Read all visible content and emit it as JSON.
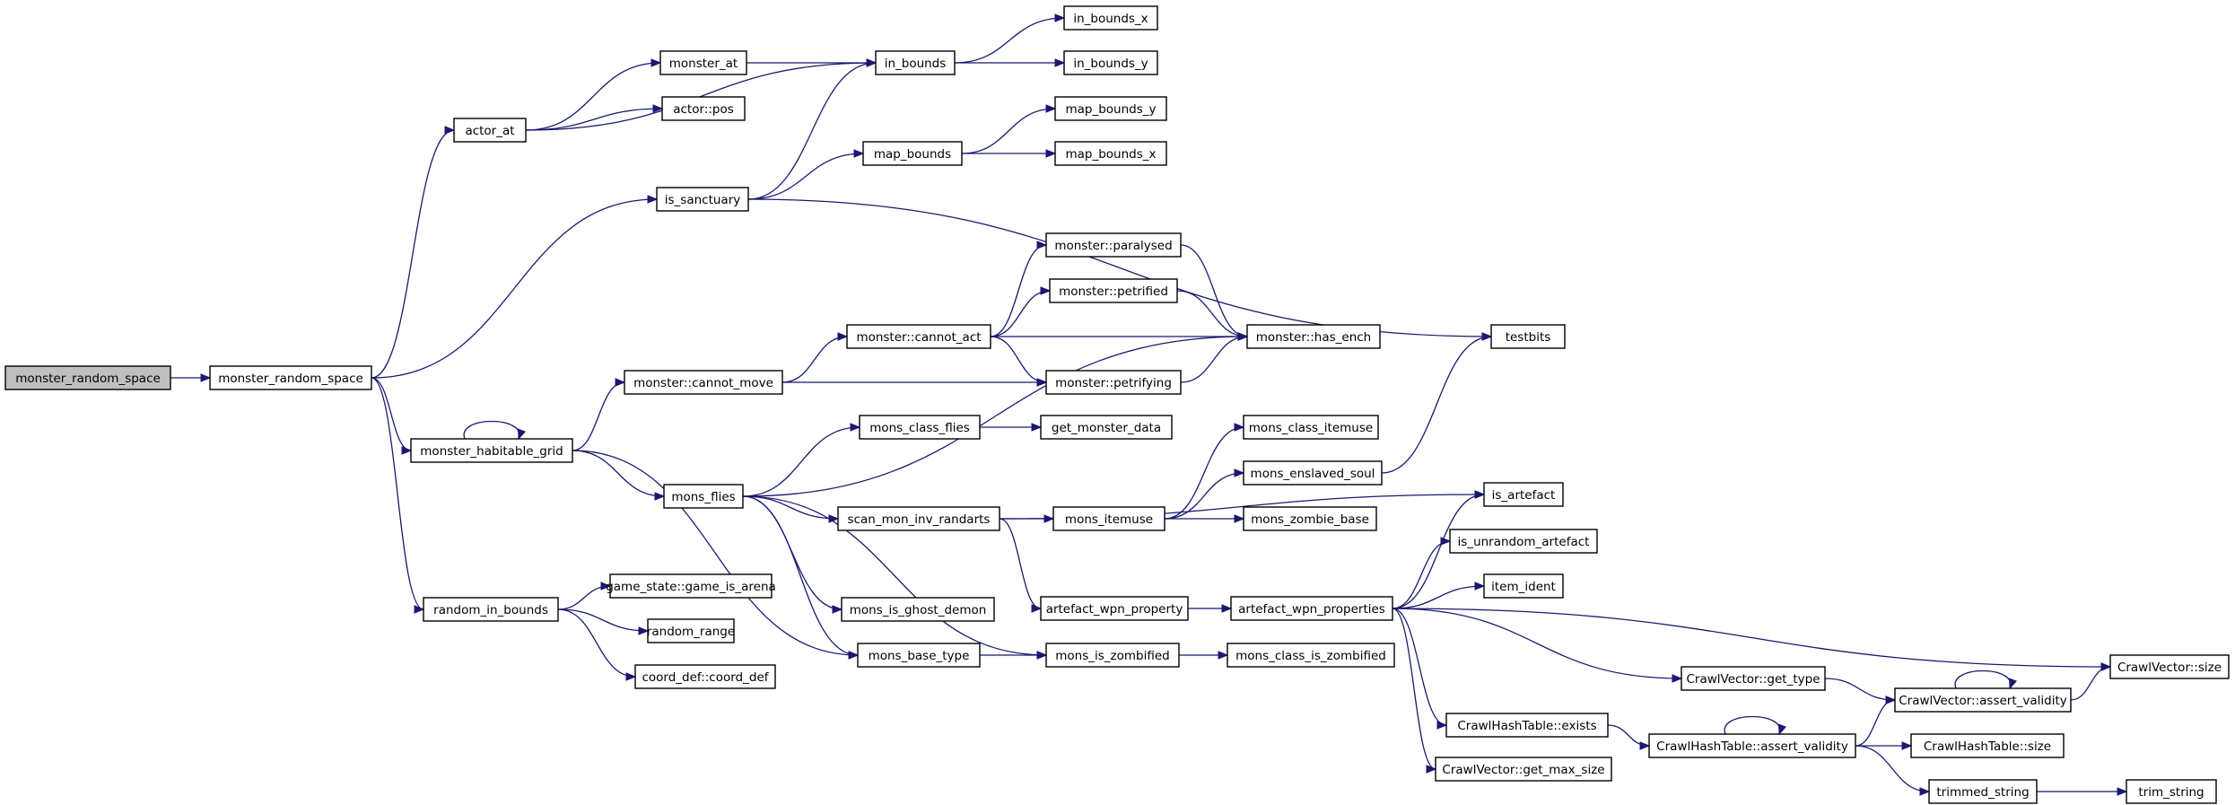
{
  "nodes": [
    {
      "id": "root",
      "label": "monster_random_space",
      "root": true
    },
    {
      "id": "mrs",
      "label": "monster_random_space"
    },
    {
      "id": "actor_at",
      "label": "actor_at"
    },
    {
      "id": "is_sanctuary",
      "label": "is_sanctuary"
    },
    {
      "id": "mhg",
      "label": "monster_habitable_grid"
    },
    {
      "id": "rib",
      "label": "random_in_bounds"
    },
    {
      "id": "monster_at",
      "label": "monster_at"
    },
    {
      "id": "actor_pos",
      "label": "actor::pos"
    },
    {
      "id": "in_bounds",
      "label": "in_bounds"
    },
    {
      "id": "in_bounds_x",
      "label": "in_bounds_x"
    },
    {
      "id": "in_bounds_y",
      "label": "in_bounds_y"
    },
    {
      "id": "map_bounds",
      "label": "map_bounds"
    },
    {
      "id": "map_bounds_y",
      "label": "map_bounds_y"
    },
    {
      "id": "map_bounds_x",
      "label": "map_bounds_x"
    },
    {
      "id": "testbits",
      "label": "testbits"
    },
    {
      "id": "cannot_move",
      "label": "monster::cannot_move"
    },
    {
      "id": "cannot_act",
      "label": "monster::cannot_act"
    },
    {
      "id": "paralysed",
      "label": "monster::paralysed"
    },
    {
      "id": "petrified",
      "label": "monster::petrified"
    },
    {
      "id": "petrifying",
      "label": "monster::petrifying"
    },
    {
      "id": "has_ench",
      "label": "monster::has_ench"
    },
    {
      "id": "mons_flies",
      "label": "mons_flies"
    },
    {
      "id": "mons_class_flies",
      "label": "mons_class_flies"
    },
    {
      "id": "get_monster_data",
      "label": "get_monster_data"
    },
    {
      "id": "scan_mon",
      "label": "scan_mon_inv_randarts"
    },
    {
      "id": "mons_itemuse",
      "label": "mons_itemuse"
    },
    {
      "id": "mons_class_itemuse",
      "label": "mons_class_itemuse"
    },
    {
      "id": "mons_enslaved_soul",
      "label": "mons_enslaved_soul"
    },
    {
      "id": "mons_zombie_base",
      "label": "mons_zombie_base"
    },
    {
      "id": "is_artefact",
      "label": "is_artefact"
    },
    {
      "id": "is_unrandom",
      "label": "is_unrandom_artefact"
    },
    {
      "id": "item_ident",
      "label": "item_ident"
    },
    {
      "id": "awp",
      "label": "artefact_wpn_property"
    },
    {
      "id": "awps",
      "label": "artefact_wpn_properties"
    },
    {
      "id": "ghost_demon",
      "label": "mons_is_ghost_demon"
    },
    {
      "id": "base_type",
      "label": "mons_base_type"
    },
    {
      "id": "is_zombified",
      "label": "mons_is_zombified"
    },
    {
      "id": "class_zombified",
      "label": "mons_class_is_zombified"
    },
    {
      "id": "game_is_arena",
      "label": "game_state::game_is_arena"
    },
    {
      "id": "random_range",
      "label": "random_range"
    },
    {
      "id": "coord_def",
      "label": "coord_def::coord_def"
    },
    {
      "id": "cv_get_type",
      "label": "CrawlVector::get_type"
    },
    {
      "id": "cv_assert",
      "label": "CrawlVector::assert_validity"
    },
    {
      "id": "cv_size",
      "label": "CrawlVector::size"
    },
    {
      "id": "cht_exists",
      "label": "CrawlHashTable::exists"
    },
    {
      "id": "cht_assert",
      "label": "CrawlHashTable::assert_validity"
    },
    {
      "id": "cht_size",
      "label": "CrawlHashTable::size"
    },
    {
      "id": "cv_max",
      "label": "CrawlVector::get_max_size"
    },
    {
      "id": "trimmed",
      "label": "trimmed_string"
    },
    {
      "id": "trim",
      "label": "trim_string"
    }
  ],
  "edges": [
    [
      "root",
      "mrs"
    ],
    [
      "mrs",
      "actor_at"
    ],
    [
      "mrs",
      "is_sanctuary"
    ],
    [
      "mrs",
      "mhg"
    ],
    [
      "mrs",
      "rib"
    ],
    [
      "actor_at",
      "monster_at"
    ],
    [
      "actor_at",
      "actor_pos"
    ],
    [
      "actor_at",
      "in_bounds"
    ],
    [
      "monster_at",
      "in_bounds"
    ],
    [
      "in_bounds",
      "in_bounds_x"
    ],
    [
      "in_bounds",
      "in_bounds_y"
    ],
    [
      "is_sanctuary",
      "in_bounds"
    ],
    [
      "is_sanctuary",
      "map_bounds"
    ],
    [
      "is_sanctuary",
      "testbits"
    ],
    [
      "map_bounds",
      "map_bounds_y"
    ],
    [
      "map_bounds",
      "map_bounds_x"
    ],
    [
      "mhg",
      "mhg"
    ],
    [
      "mhg",
      "cannot_move"
    ],
    [
      "mhg",
      "mons_flies"
    ],
    [
      "mhg",
      "base_type"
    ],
    [
      "cannot_move",
      "cannot_act"
    ],
    [
      "cannot_move",
      "petrifying"
    ],
    [
      "cannot_act",
      "paralysed"
    ],
    [
      "cannot_act",
      "petrified"
    ],
    [
      "cannot_act",
      "has_ench"
    ],
    [
      "cannot_act",
      "petrifying"
    ],
    [
      "paralysed",
      "has_ench"
    ],
    [
      "petrified",
      "has_ench"
    ],
    [
      "petrifying",
      "has_ench"
    ],
    [
      "mons_flies",
      "mons_class_flies"
    ],
    [
      "mons_flies",
      "has_ench"
    ],
    [
      "mons_flies",
      "scan_mon"
    ],
    [
      "mons_flies",
      "ghost_demon"
    ],
    [
      "mons_flies",
      "base_type"
    ],
    [
      "mons_flies",
      "is_zombified"
    ],
    [
      "mons_class_flies",
      "get_monster_data"
    ],
    [
      "scan_mon",
      "mons_itemuse"
    ],
    [
      "scan_mon",
      "is_artefact"
    ],
    [
      "scan_mon",
      "awp"
    ],
    [
      "mons_itemuse",
      "mons_class_itemuse"
    ],
    [
      "mons_itemuse",
      "mons_enslaved_soul"
    ],
    [
      "mons_itemuse",
      "mons_zombie_base"
    ],
    [
      "mons_enslaved_soul",
      "testbits"
    ],
    [
      "awp",
      "awps"
    ],
    [
      "awps",
      "is_artefact"
    ],
    [
      "awps",
      "is_unrandom"
    ],
    [
      "awps",
      "item_ident"
    ],
    [
      "awps",
      "cv_size"
    ],
    [
      "awps",
      "cv_get_type"
    ],
    [
      "awps",
      "cht_exists"
    ],
    [
      "awps",
      "cv_max"
    ],
    [
      "base_type",
      "is_zombified"
    ],
    [
      "is_zombified",
      "class_zombified"
    ],
    [
      "rib",
      "game_is_arena"
    ],
    [
      "rib",
      "random_range"
    ],
    [
      "rib",
      "coord_def"
    ],
    [
      "cv_get_type",
      "cv_assert"
    ],
    [
      "cv_assert",
      "cv_assert"
    ],
    [
      "cv_assert",
      "cv_size"
    ],
    [
      "cht_exists",
      "cht_assert"
    ],
    [
      "cht_assert",
      "cht_assert"
    ],
    [
      "cht_assert",
      "cv_assert"
    ],
    [
      "cht_assert",
      "cht_size"
    ],
    [
      "cht_assert",
      "trimmed"
    ],
    [
      "trimmed",
      "trim"
    ]
  ]
}
